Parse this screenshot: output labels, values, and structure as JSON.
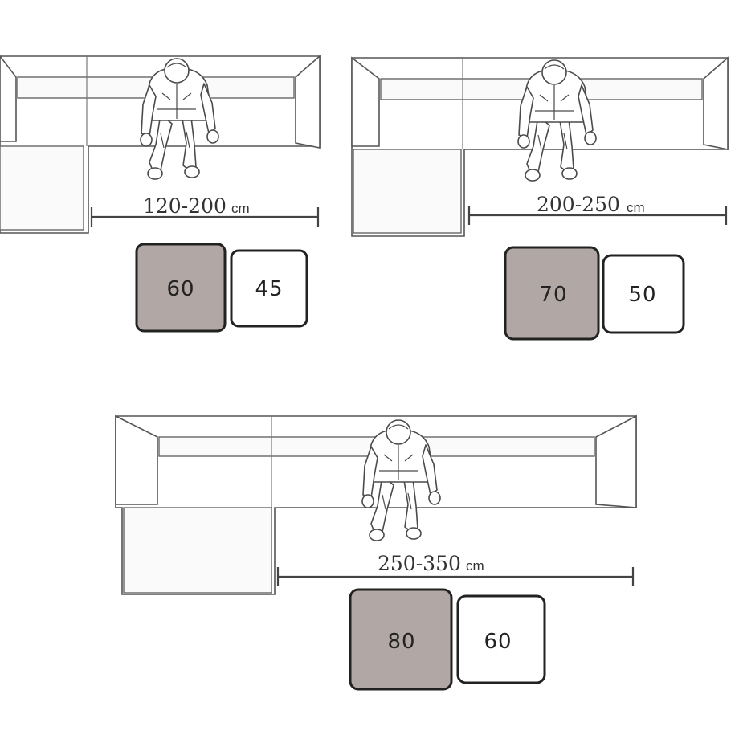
{
  "colors": {
    "large_box_fill": "#b1a7a4",
    "small_box_fill": "#ffffff",
    "outline": "#222222"
  },
  "icons": [
    "sofa-top-view",
    "seated-person-top-view"
  ],
  "variants": [
    {
      "range": "120-200",
      "unit": "cm",
      "large": "60",
      "small": "45"
    },
    {
      "range": "200-250",
      "unit": "cm",
      "large": "70",
      "small": "50"
    },
    {
      "range": "250-350",
      "unit": "cm",
      "large": "80",
      "small": "60"
    }
  ]
}
